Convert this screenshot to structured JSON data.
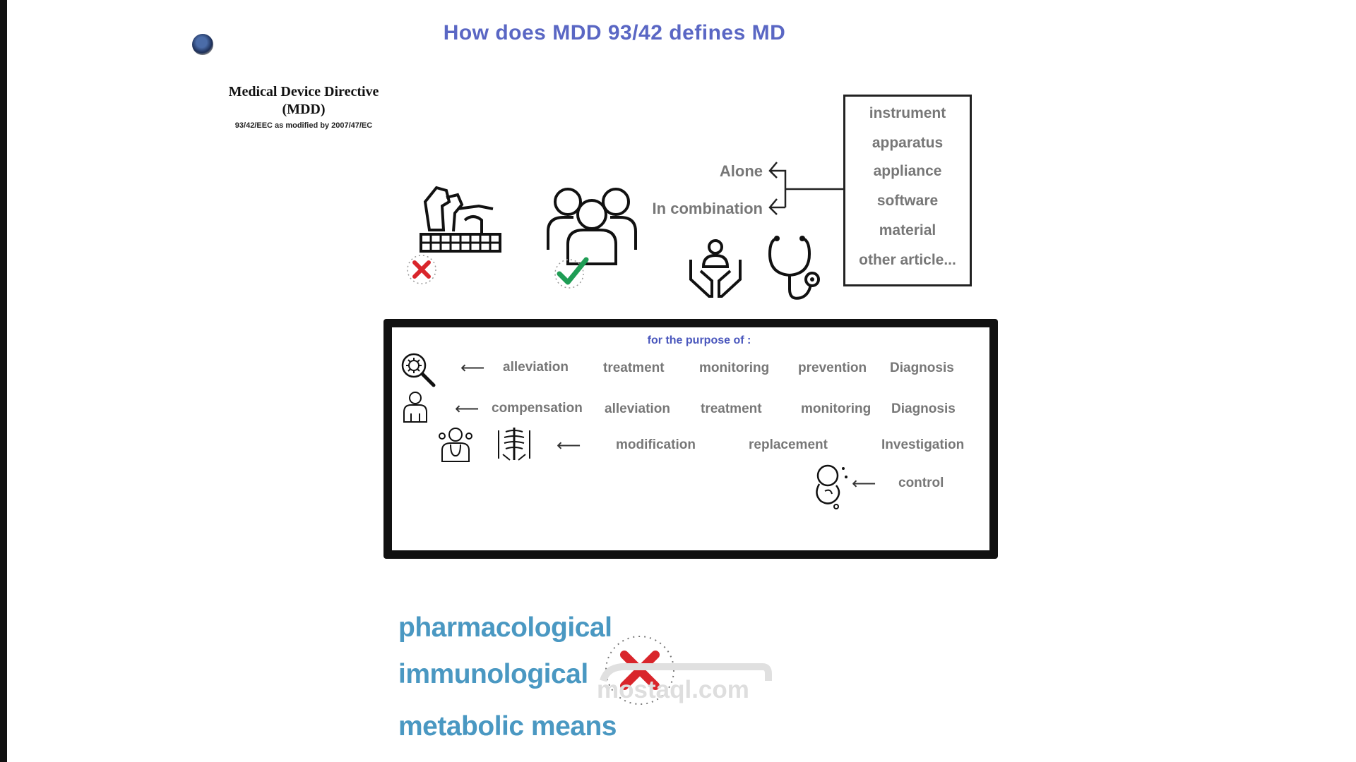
{
  "slide": {
    "title": "How does MDD 93/42 defines MD"
  },
  "mdd": {
    "title_line1": "Medical Device Directive",
    "title_line2": "(MDD)",
    "subtitle": "93/42/EEC as modified by 2007/47/EC"
  },
  "usage_modes": [
    "Alone",
    "In combination"
  ],
  "device_types": [
    "instrument",
    "apparatus",
    "appliance",
    "software",
    "material",
    "other article..."
  ],
  "target_icons": [
    {
      "icon": "animals-icon",
      "status": "excluded-x-icon"
    },
    {
      "icon": "people-group-icon",
      "status": "included-check-icon"
    },
    {
      "icon": "care-hands-icon"
    },
    {
      "icon": "stethoscope-icon"
    }
  ],
  "purpose": {
    "title": "for the purpose of :",
    "row1": [
      "alleviation",
      "treatment",
      "monitoring",
      "prevention",
      "Diagnosis"
    ],
    "row2": [
      "compensation",
      "alleviation",
      "treatment",
      "monitoring",
      "Diagnosis"
    ],
    "row3": [
      "modification",
      "replacement",
      "Investigation"
    ],
    "row4": [
      "control"
    ]
  },
  "excluded_means": [
    "pharmacological",
    "immunological",
    "metabolic means"
  ],
  "watermark": {
    "text": "mostaql.com"
  },
  "colors": {
    "title": "#5a67c4",
    "excluded_text": "#4a98c2",
    "cross": "#d9252b",
    "check": "#1f9d55",
    "grey_text": "#777777"
  }
}
